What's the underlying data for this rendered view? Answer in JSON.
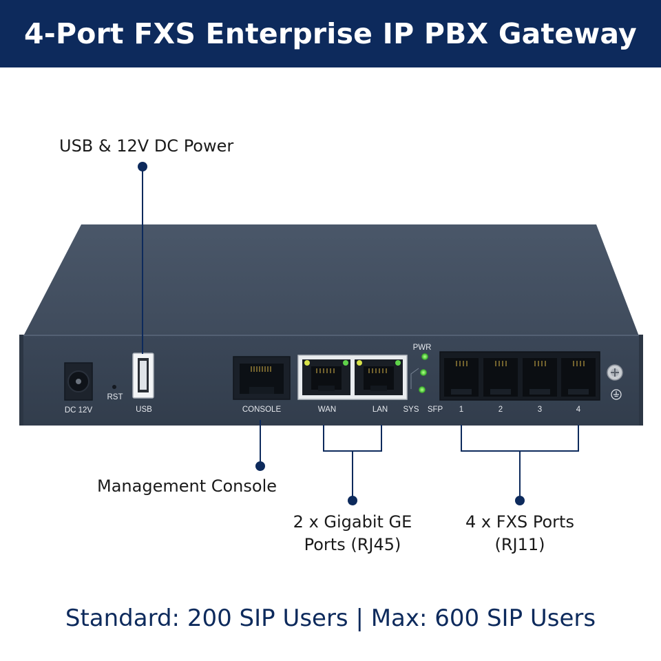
{
  "header": {
    "title": "4-Port FXS Enterprise IP PBX Gateway"
  },
  "callouts": {
    "usb_power": "USB & 12V DC Power",
    "console": "Management Console",
    "ge_ports_line1": "2 x Gigabit GE",
    "ge_ports_line2": "Ports (RJ45)",
    "fxs_ports_line1": "4 x FXS Ports",
    "fxs_ports_line2": "(RJ11)"
  },
  "panel_labels": {
    "dc": "DC 12V",
    "rst": "RST",
    "usb": "USB",
    "console": "CONSOLE",
    "wan": "WAN",
    "lan": "LAN",
    "pwr": "PWR",
    "sys": "SYS",
    "sfp": "SFP",
    "fxs": [
      "1",
      "2",
      "3",
      "4"
    ]
  },
  "footer": {
    "text": "Standard: 200 SIP Users | Max: 600 SIP Users"
  },
  "colors": {
    "navy": "#0d2a5c",
    "device_front": "#3a4656",
    "device_top": "#475466",
    "led_green": "#5fd34a"
  }
}
